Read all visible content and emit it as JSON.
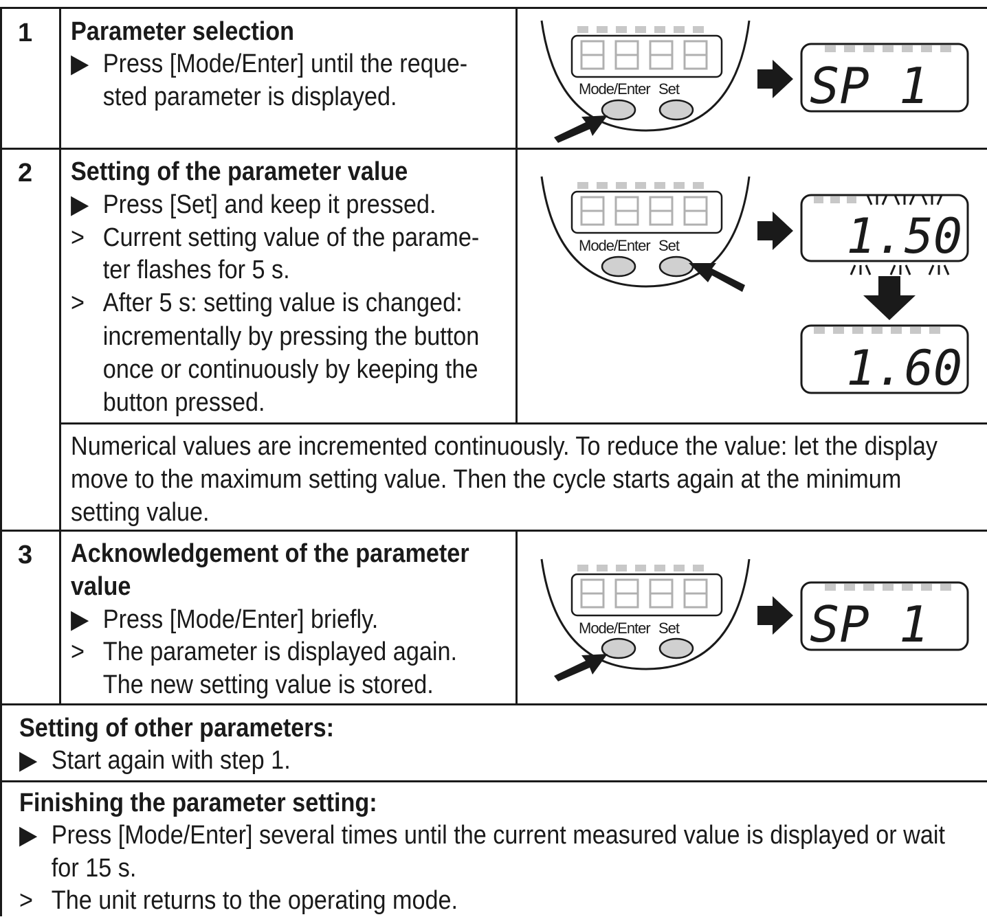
{
  "steps": [
    {
      "number": "1",
      "title": "Parameter selection",
      "lines": [
        {
          "marker": "▶",
          "text": "Press [Mode/Enter] until the reque-"
        },
        {
          "marker": "",
          "text": "sted parameter is displayed."
        }
      ],
      "illustration": {
        "device_labels": [
          "Mode/Enter",
          "Set"
        ],
        "pressed_button": "Mode/Enter",
        "display_results": [
          "SP 1"
        ]
      }
    },
    {
      "number": "2",
      "title": "Setting of the parameter value",
      "lines": [
        {
          "marker": "▶",
          "text": "Press [Set] and keep it pressed."
        },
        {
          "marker": ">",
          "text": "Current setting value of the parame-"
        },
        {
          "marker": "",
          "text": "ter flashes for 5 s."
        },
        {
          "marker": ">",
          "text": "After 5 s: setting value is changed:"
        },
        {
          "marker": "",
          "text": "incrementally by pressing the button"
        },
        {
          "marker": "",
          "text": "once or continuously by keeping the"
        },
        {
          "marker": "",
          "text": "button pressed."
        }
      ],
      "illustration": {
        "device_labels": [
          "Mode/Enter",
          "Set"
        ],
        "pressed_button": "Set",
        "display_results": [
          "1.50",
          "1.60"
        ],
        "flashing": "1.50"
      },
      "note": [
        "Numerical values are incremented continuously. To reduce the value: let the display",
        "move to the maximum setting value. Then the cycle starts again at the minimum",
        "setting value."
      ]
    },
    {
      "number": "3",
      "title": [
        "Acknowledgement of the parameter",
        "value"
      ],
      "lines": [
        {
          "marker": "▶",
          "text": "Press [Mode/Enter] briefly."
        },
        {
          "marker": ">",
          "text": "The parameter is displayed again."
        },
        {
          "marker": "",
          "text": "The new setting value is stored."
        }
      ],
      "illustration": {
        "device_labels": [
          "Mode/Enter",
          "Set"
        ],
        "pressed_button": "Mode/Enter",
        "display_results": [
          "SP 1"
        ]
      }
    }
  ],
  "other_params": {
    "title": "Setting of other parameters:",
    "lines": [
      {
        "marker": "▶",
        "text": "Start again with step 1."
      }
    ]
  },
  "finishing": {
    "title": "Finishing the parameter setting:",
    "lines": [
      {
        "marker": "▶",
        "text": "Press [Mode/Enter] several times until the current measured value is displayed or wait"
      },
      {
        "marker": "",
        "text": "for 15 s."
      },
      {
        "marker": ">",
        "text": "The unit returns to the operating mode."
      }
    ]
  }
}
